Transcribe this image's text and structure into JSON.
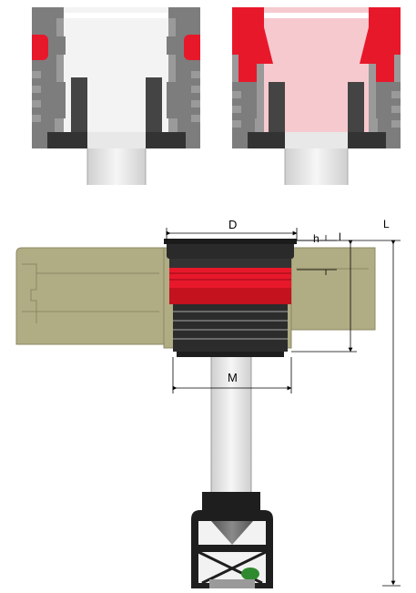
{
  "labels": {
    "dim_D": "D",
    "dim_h": "h",
    "dim_l": "l",
    "dim_L": "L",
    "dim_M": "M"
  },
  "colors": {
    "steel_light": "#8c8c8c",
    "steel_mid": "#6e6e6e",
    "steel_dark": "#3a3a3a",
    "seal_red": "#e8182b",
    "seal_red_light": "#f6c9cf",
    "board_olive": "#b0ac84",
    "board_edge": "#8c8863",
    "rod_grey": "#e4e4e4",
    "cap_black": "#1e1e1e",
    "accent_green": "#2f8a2f"
  }
}
